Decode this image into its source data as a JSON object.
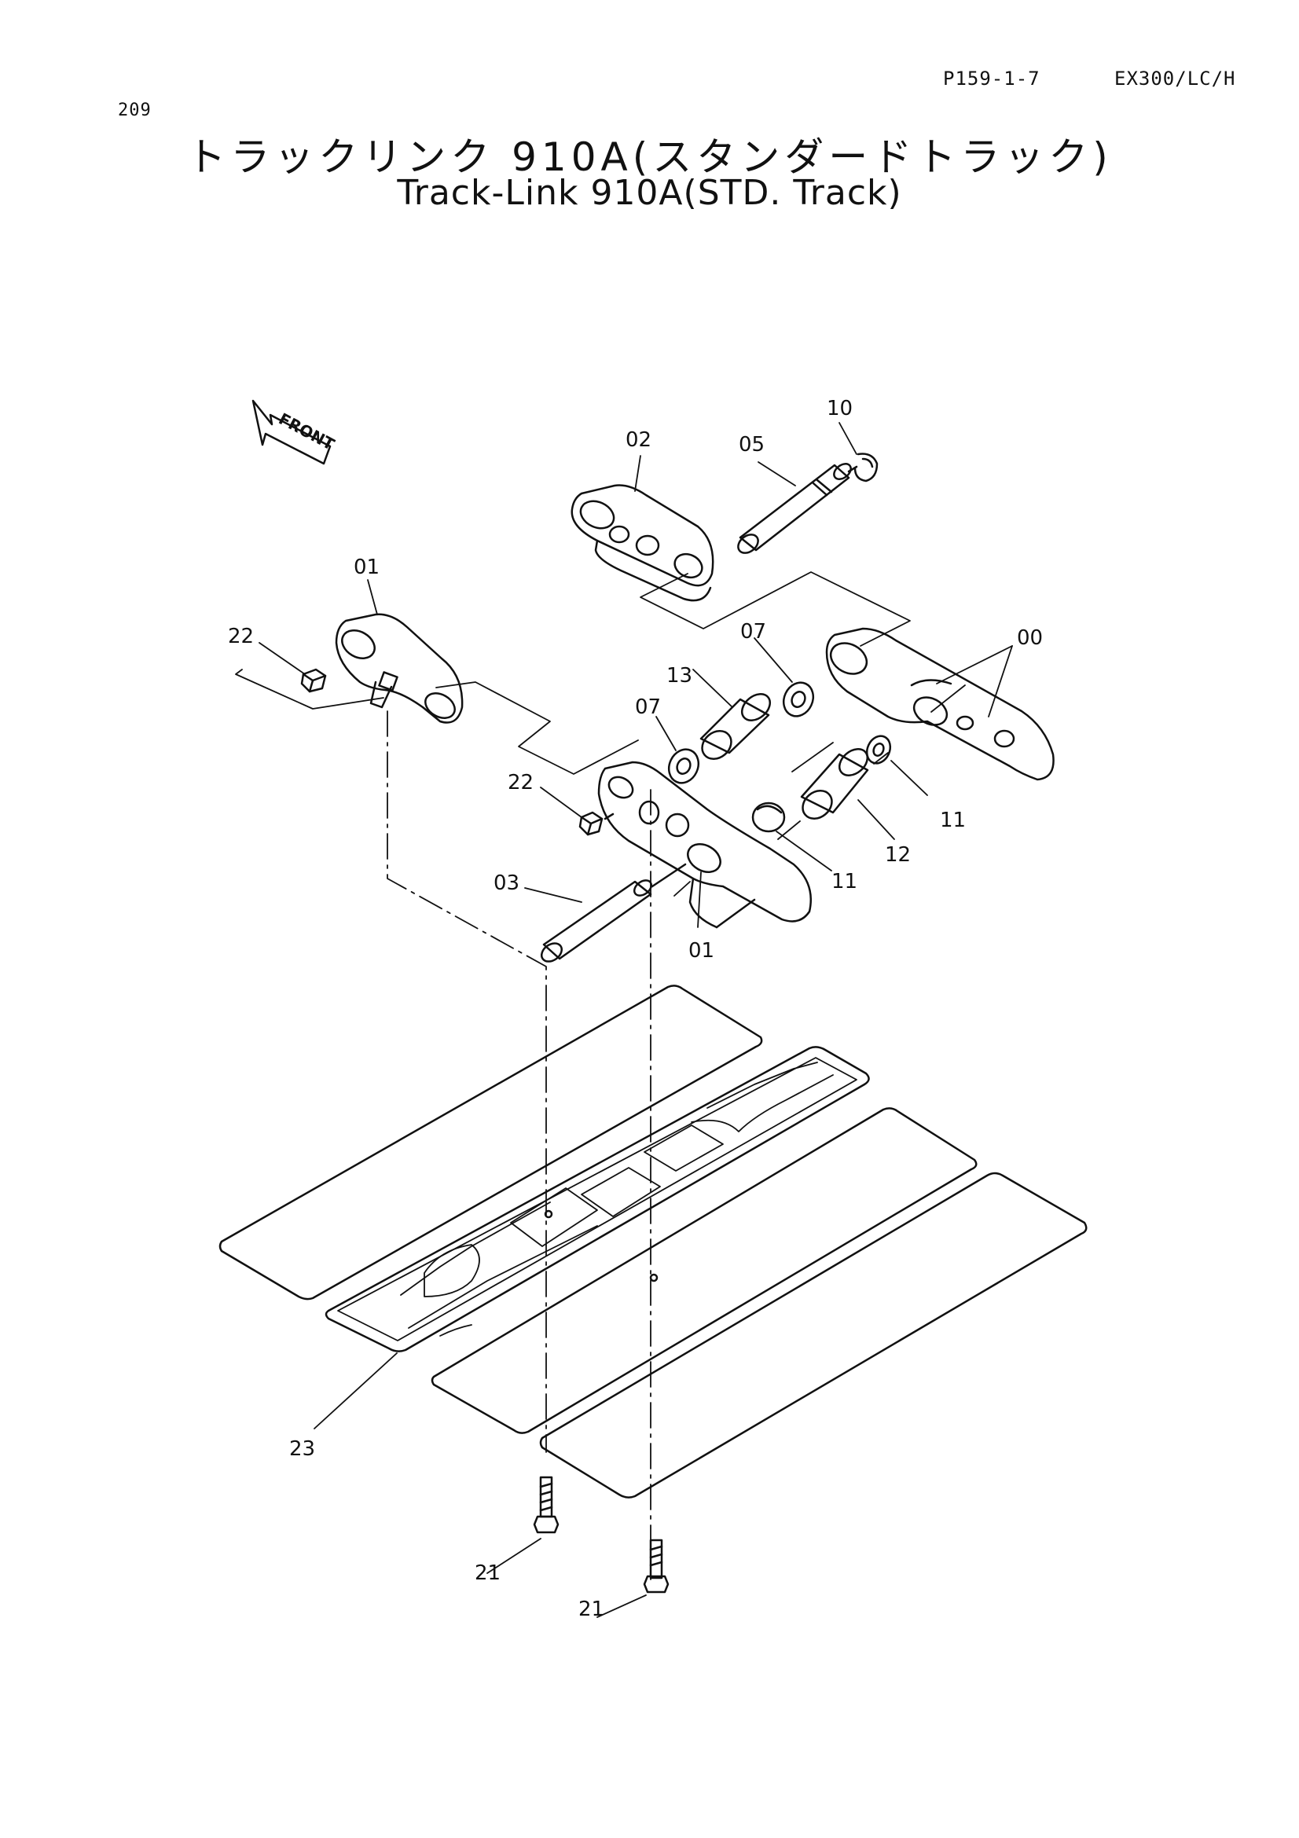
{
  "page_number": "209",
  "reference": "P159-1-7",
  "model": "EX300/LC/H",
  "title_jp": "トラックリンク 910A(スタンダードトラック)",
  "title_en": "Track-Link 910A(STD. Track)",
  "front_label": "FRONT",
  "callouts": {
    "c00": "00",
    "c01a": "01",
    "c01b": "01",
    "c02": "02",
    "c03": "03",
    "c05": "05",
    "c07a": "07",
    "c07b": "07",
    "c10": "10",
    "c11a": "11",
    "c11b": "11",
    "c12": "12",
    "c13": "13",
    "c21a": "21",
    "c21b": "21",
    "c22a": "22",
    "c22b": "22",
    "c23": "23"
  },
  "colors": {
    "ink": "#111111",
    "paper": "#ffffff"
  }
}
